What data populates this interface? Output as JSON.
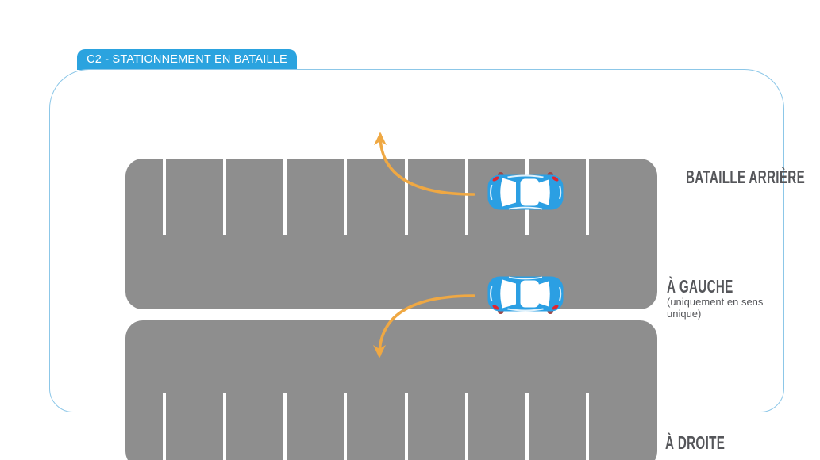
{
  "header": {
    "tab_label": "C2 - STATIONNEMENT EN BATAILLE"
  },
  "diagram": {
    "maneuver_title": "BATAILLE ARRIÈRE",
    "left_variant": {
      "title": "À GAUCHE",
      "note": "(uniquement en sens unique)"
    },
    "right_variant": {
      "title": "À DROITE"
    },
    "top_lot": {
      "line_count": 8
    },
    "bottom_lot": {
      "line_count": 8
    }
  },
  "icons": {
    "car_top_lot": "car-top-view-icon",
    "car_bottom_lot": "car-top-view-icon",
    "arrow_top_lot": "curved-arrow-up-icon",
    "arrow_bottom_lot": "curved-arrow-down-icon"
  },
  "colors": {
    "tab_blue": "#2BA3DF",
    "panel_border": "#8CC7E8",
    "asphalt": "#8E8E8E",
    "marking_white": "#FFFFFF",
    "arrow_orange": "#EFA843",
    "car_body_blue": "#2B9FE3",
    "car_light_red": "#E02530",
    "car_mirror_maroon": "#A04848",
    "heading_gray": "#55565A"
  }
}
